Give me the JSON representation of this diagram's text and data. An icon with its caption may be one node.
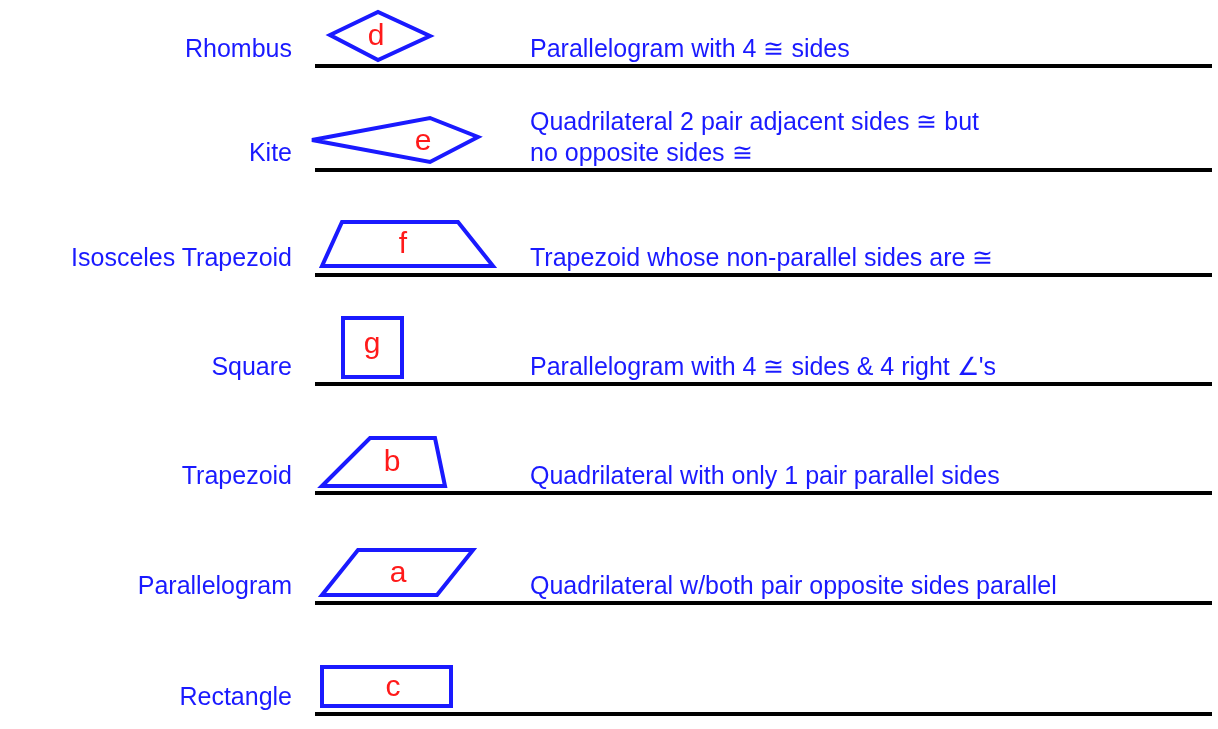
{
  "diagram": {
    "nodes": [
      {
        "text": [
          "d"
        ]
      },
      {
        "text": [
          "e"
        ]
      },
      {
        "text": [
          "f"
        ]
      },
      {
        "text": [
          "g"
        ]
      },
      {
        "text": [
          "b"
        ]
      },
      {
        "text": [
          "a"
        ]
      },
      {
        "text": [
          "c"
        ]
      }
    ],
    "labels": [
      "Rhombus",
      "Parallelogram with 4 ≅ sides",
      "Kite",
      "Quadrilateral 2 pair adjacent sides ≅ but no opposite sides ≅",
      "Isosceles Trapezoid",
      "Trapezoid whose non-parallel sides are ≅",
      "Square",
      "Parallelogram with 4 ≅ sides & 4 right ∠'s",
      "Trapezoid",
      "Quadrilateral with only 1 pair parallel sides",
      "Parallelogram",
      "Quadrilateral w/both pair opposite sides parallel",
      "Rectangle"
    ]
  }
}
